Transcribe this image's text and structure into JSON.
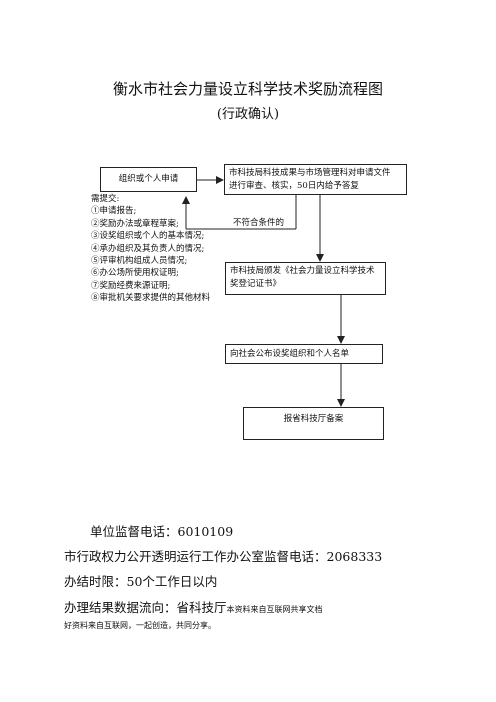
{
  "title": "衡水市社会力量设立科学技术奖励流程图",
  "subtitle": "(行政确认)",
  "flow": {
    "applicant_box": "组织或个人申请",
    "review_box": [
      "市科技局科技成果与市场管理科对申请文件",
      "进行审查、核实，50日内给予答复"
    ],
    "reject_label": "不符合条件的",
    "certificate_box": [
      "市科技局颁发《社会力量设立科学技术",
      "奖登记证书》"
    ],
    "publish_box": "向社会公布设奖组织和个人名单",
    "filing_box": "报省科技厅备案"
  },
  "requirements": {
    "heading": "需提交:",
    "items": [
      "①申请报告;",
      "②奖励办法或章程草案;",
      "③设奖组织或个人的基本情况;",
      "④承办组织及其负责人的情况;",
      "⑤评审机构组成人员情况;",
      "⑥办公场所使用权证明;",
      "⑦奖励经费来源证明;",
      "⑧审批机关要求提供的其他材料"
    ]
  },
  "footer": {
    "supervision_phone": "单位监督电话：6010109",
    "office_phone": "市行政权力公开透明运行工作办公室监督电话：2068333",
    "time_limit": "办结时限：50个工作日以内",
    "result_flow": "办理结果数据流向：",
    "result_target": "省科技厅",
    "source_note": "本资料来自互联网共享文档",
    "share_note": "好资料来自互联网，一起创造，共同分享。"
  }
}
